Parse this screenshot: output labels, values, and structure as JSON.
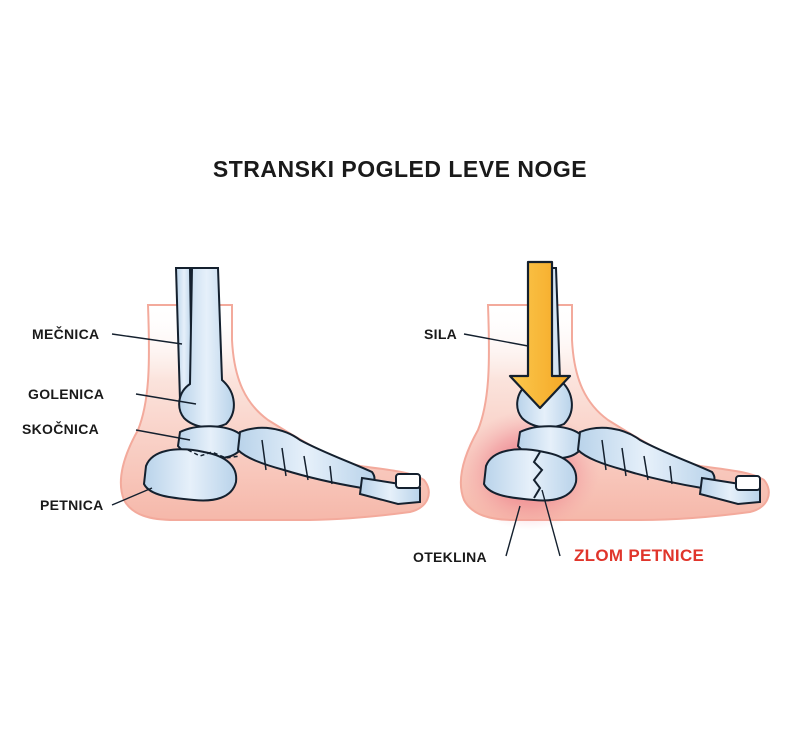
{
  "title": "STRANSKI POGLED LEVE NOGE",
  "left_foot": {
    "labels": {
      "fibula": "MEČNICA",
      "tibia": "GOLENICA",
      "talus": "SKOČNICA",
      "calcaneus": "PETNICA"
    }
  },
  "right_foot": {
    "labels": {
      "force": "SILA",
      "swelling": "OTEKLINA",
      "fracture": "ZLOM PETNICE"
    }
  },
  "colors": {
    "skin": "#f9d3c9",
    "skin_edge": "#f3aa9c",
    "bone": "#cfe2f3",
    "bone_outline": "#14202e",
    "arrow": "#fbc24a",
    "swelling": "#e8506a",
    "fracture_text": "#e0352b"
  }
}
